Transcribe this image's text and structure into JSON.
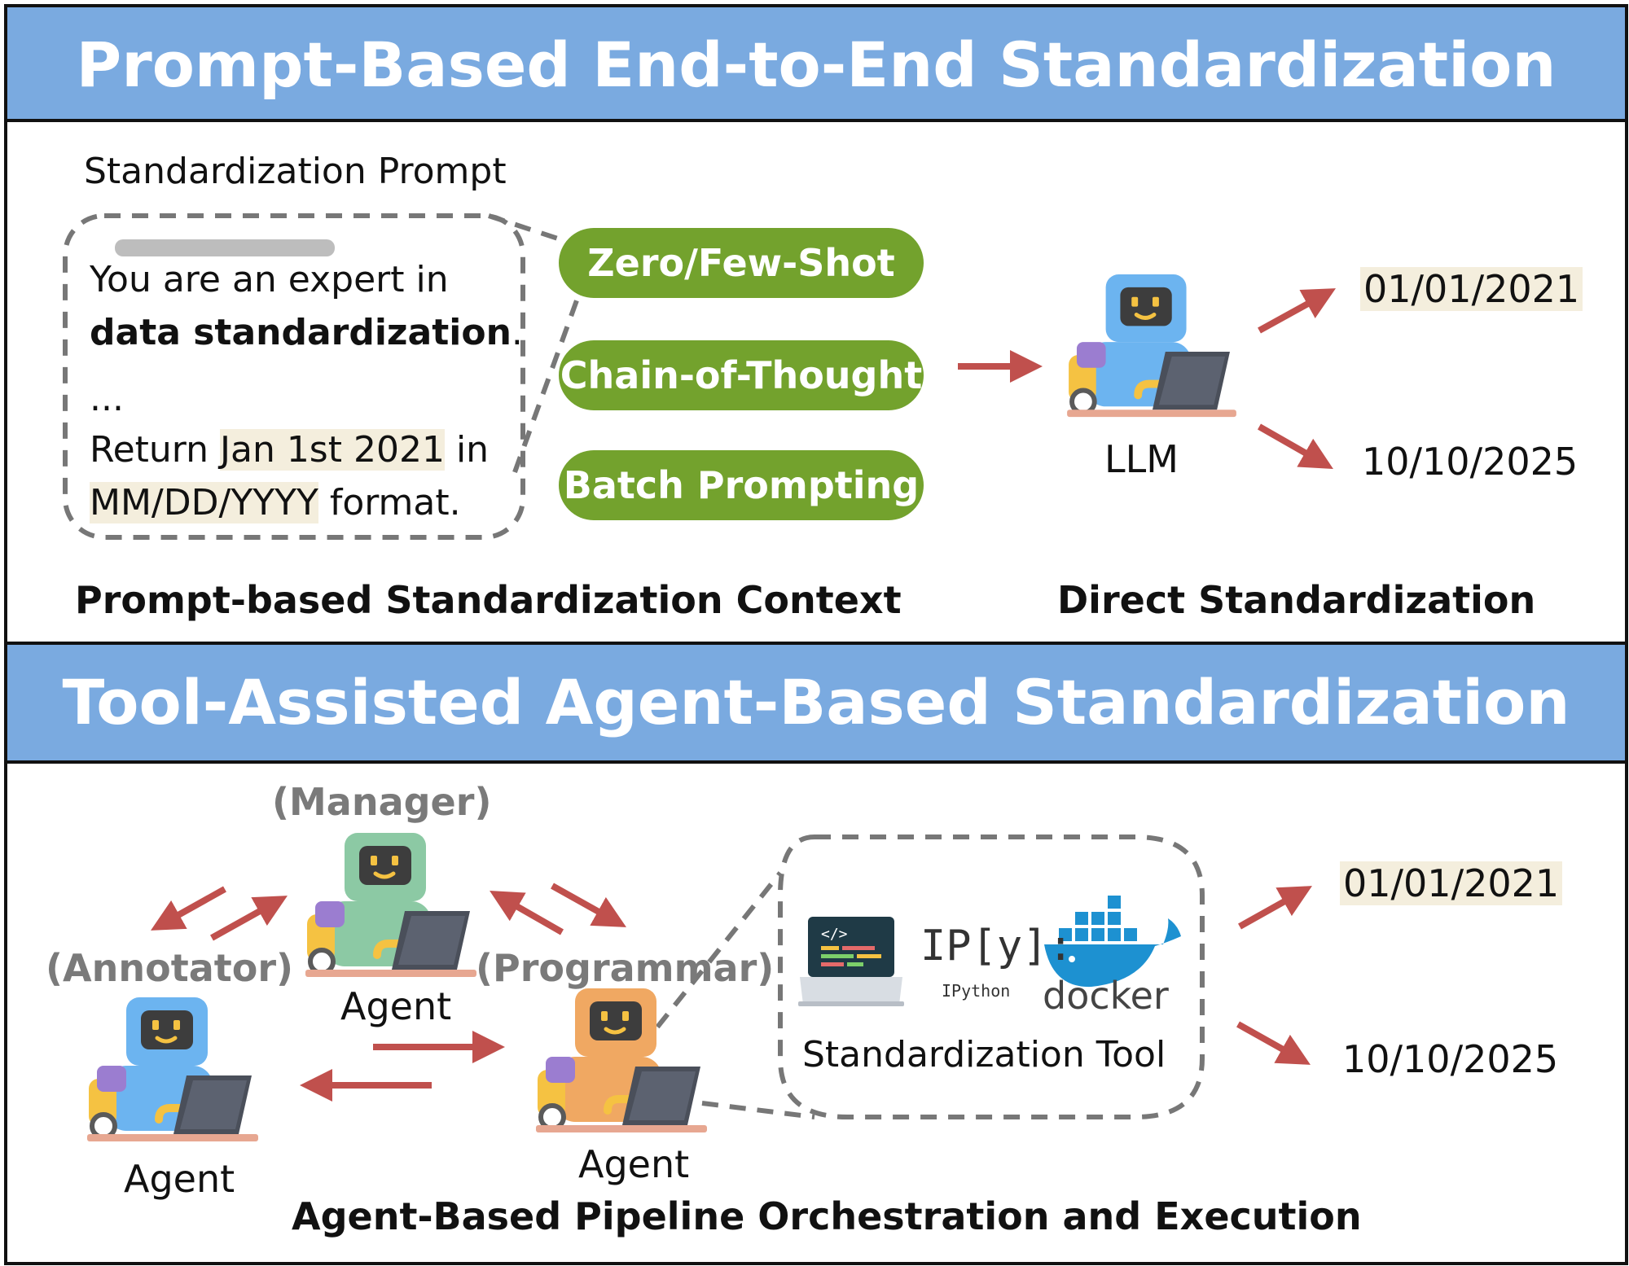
{
  "top": {
    "title": "Prompt-Based End-to-End Standardization",
    "prompt_heading": "Standardization Prompt",
    "prompt_lines": {
      "line1": "You are an expert in",
      "line2_bold": "data standardization",
      "line2_end": ".",
      "line3": "...",
      "line4_a": "Return ",
      "line4_hl": "Jan 1st 2021",
      "line4_b": " in",
      "line5_hl": "MM/DD/YYYY",
      "line5_b": " format."
    },
    "methods": [
      "Zero/Few-Shot",
      "Chain-of-Thought",
      "Batch Prompting"
    ],
    "llm_label": "LLM",
    "outputs": [
      "01/01/2021",
      "10/10/2025"
    ],
    "caption_left": "Prompt-based Standardization Context",
    "caption_right": "Direct Standardization"
  },
  "bottom": {
    "title": "Tool-Assisted Agent-Based Standardization",
    "roles": {
      "manager": "(Manager)",
      "annotator": "(Annotator)",
      "programmer": "(Programmar)"
    },
    "agent_label": "Agent",
    "tools": {
      "ipython_logo": "IP[y]:",
      "ipython_name": "IPython",
      "docker_name": "docker"
    },
    "tool_label": "Standardization Tool",
    "outputs": [
      "01/01/2021",
      "10/10/2025"
    ],
    "caption": "Agent-Based Pipeline Orchestration and Execution"
  },
  "colors": {
    "banner": "#7aaae0",
    "pill": "#73a22d",
    "arrow": "#c0504d",
    "highlight": "#f4eedd",
    "robot_llm": "#6cb4f0",
    "robot_manager": "#8cc9a4",
    "robot_programmer": "#f0a862",
    "robot_annotator": "#6cb4f0"
  },
  "icons": [
    "robot-laptop-icon",
    "code-laptop-icon",
    "ipython-logo-icon",
    "docker-whale-icon"
  ]
}
